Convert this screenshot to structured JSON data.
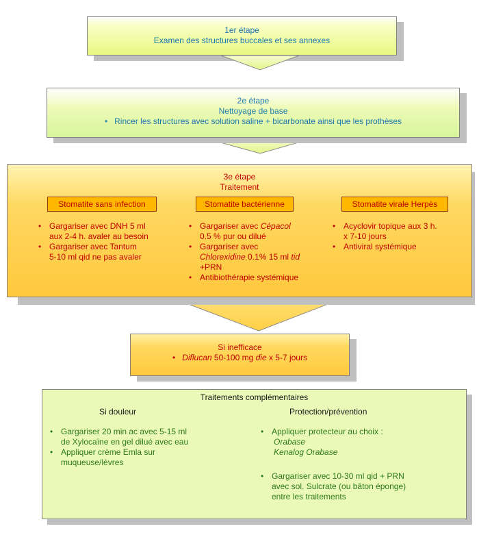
{
  "step1": {
    "title": "1er étape",
    "text": "Examen des structures buccales et ses annexes"
  },
  "step2": {
    "title": "2e étape",
    "subtitle": "Nettoyage de base",
    "bullet": "Rincer les structures avec solution saline + bicarbonate ainsi que les prothèses"
  },
  "step3": {
    "title": "3e étape",
    "subtitle": "Traitement",
    "columns": [
      {
        "header": "Stomatite sans infection",
        "items": [
          {
            "lines": [
              "Gargariser avec DNH 5 ml",
              "aux 2-4 h. avaler au besoin"
            ]
          },
          {
            "lines": [
              "Gargariser avec Tantum",
              "5-10 ml qid ne pas avaler"
            ]
          }
        ]
      },
      {
        "header": "Stomatite bactérienne",
        "items": [
          {
            "pre": "Gargariser avec ",
            "ital": "Cépacol",
            "line2": "0.5 % pur ou dilué"
          },
          {
            "line1": "Gargariser avec",
            "ital": "Chlorexidine",
            "mid": " 0.1% 15 ml ",
            "ital2": "tid",
            "line3": "+PRN"
          },
          {
            "line1": "Antibiothérapie systémique"
          }
        ]
      },
      {
        "header": "Stomatite virale Herpès",
        "items": [
          {
            "lines": [
              "Acyclovir topique aux 3 h.",
              "x 7-10 jours"
            ]
          },
          {
            "lines": [
              "Antiviral systémique"
            ]
          }
        ]
      }
    ]
  },
  "inefficace": {
    "title": "Si inefficace",
    "drug": "Diflucan",
    "dose": " 50-100 mg ",
    "freq": "die",
    "duration": " x 5-7 jours"
  },
  "complementary": {
    "title": "Traitements complémentaires",
    "left": {
      "header": "Si douleur",
      "items": [
        {
          "lines": [
            "Gargariser 20 min ac avec 5-15 ml",
            "de Xylocaïne en gel dilué avec eau"
          ]
        },
        {
          "lines": [
            "Appliquer crème Emla sur",
            "muqueuse/lèvres"
          ]
        }
      ]
    },
    "right": {
      "header": "Protection/prévention",
      "item1": "Appliquer protecteur au choix :",
      "option1": "Orabase",
      "option2": "Kenalog Orabase",
      "item2_lines": [
        "Gargariser avec 10-30 ml qid  + PRN",
        "avec sol. Sulcrate (ou bâton éponge)",
        "entre les traitements"
      ]
    }
  },
  "colors": {
    "step_green": "#e8fa80",
    "step_yellow": "#ffc83d",
    "header_orange": "#ffb800",
    "text_blue": "#1a7bb0",
    "text_red": "#c00000",
    "text_green": "#2d7a1a",
    "comp_bg": "#eaf9b8"
  }
}
